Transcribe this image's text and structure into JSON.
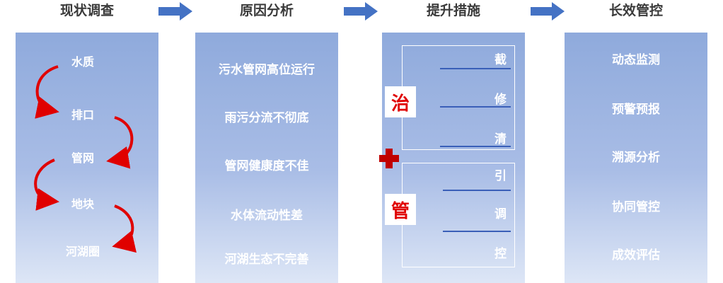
{
  "headers": [
    "现状调查",
    "原因分析",
    "提升措施",
    "长效管控"
  ],
  "survey": {
    "items": [
      "水质",
      "排口",
      "管网",
      "地块",
      "河湖圈"
    ]
  },
  "analysis": {
    "items": [
      "污水管网高位运行",
      "雨污分流不彻底",
      "管网健康度不佳",
      "水体流动性差",
      "河湖生态不完善"
    ]
  },
  "measures": {
    "zhi": {
      "badge": "治",
      "items": [
        "截",
        "修",
        "清"
      ]
    },
    "guan": {
      "badge": "管",
      "items": [
        "引",
        "调",
        "控"
      ]
    }
  },
  "control": {
    "items": [
      "动态监测",
      "预警预报",
      "溯源分析",
      "协同管控",
      "成效评估"
    ]
  },
  "colors": {
    "accent_red": "#e00000",
    "arrow_blue": "#4472c4",
    "panel": "#8faadc",
    "underline": "#3a5fb8"
  }
}
